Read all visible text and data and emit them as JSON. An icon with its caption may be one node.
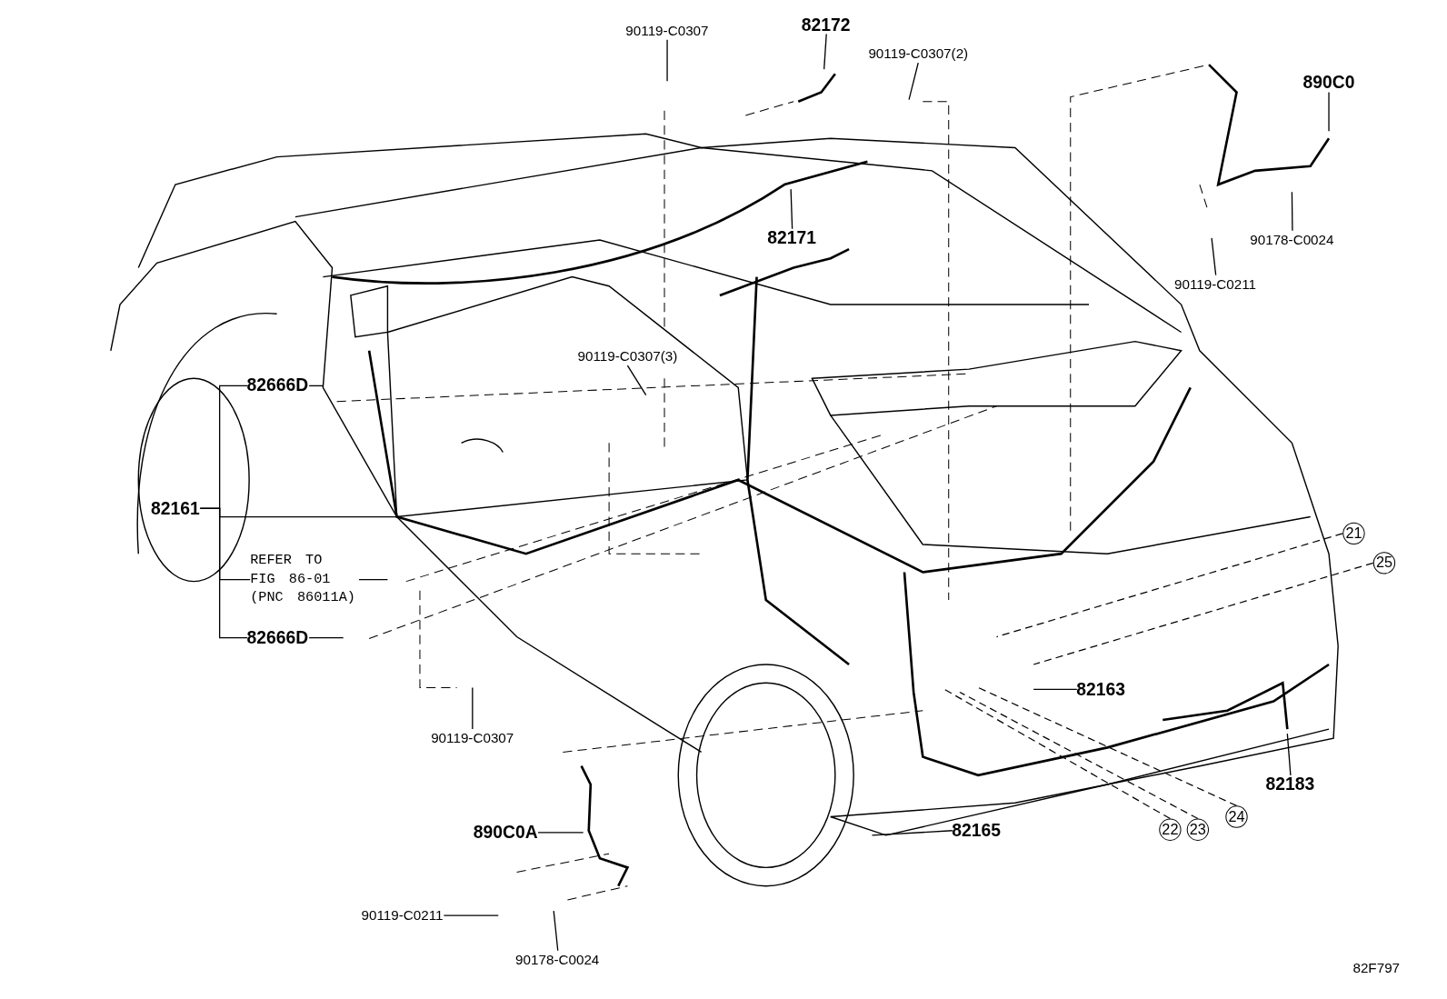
{
  "diagram": {
    "nodes": [
      {
        "text": [
          "90119-C0307"
        ]
      },
      {
        "text": [
          "82172"
        ]
      },
      {
        "text": [
          "90119-C0307(2)"
        ]
      },
      {
        "text": [
          "890C0"
        ]
      },
      {
        "text": [
          "90178-C0024"
        ]
      },
      {
        "text": [
          "90119-C0211"
        ]
      },
      {
        "text": [
          "82171"
        ]
      },
      {
        "text": [
          "90119-C0307(3)"
        ]
      },
      {
        "text": [
          "82666D"
        ]
      },
      {
        "text": [
          "82161"
        ]
      },
      {
        "text": [
          "REFER TO FIG 86-01 (PNC 86011A)"
        ]
      },
      {
        "text": [
          "82666D"
        ]
      },
      {
        "text": [
          "90119-C0307"
        ]
      },
      {
        "text": [
          "82163"
        ]
      },
      {
        "text": [
          "890C0A"
        ]
      },
      {
        "text": [
          "90119-C0211"
        ]
      },
      {
        "text": [
          "90178-C0024"
        ]
      },
      {
        "text": [
          "82165"
        ]
      },
      {
        "text": [
          "82183"
        ]
      },
      {
        "text": [
          "21"
        ]
      },
      {
        "text": [
          "25"
        ]
      },
      {
        "text": [
          "22"
        ]
      },
      {
        "text": [
          "23"
        ]
      },
      {
        "text": [
          "24"
        ]
      }
    ],
    "edges": [
      {
        "from": 0,
        "to": null,
        "arrow": "none"
      },
      {
        "from": 1,
        "to": null,
        "arrow": "none"
      },
      {
        "from": 2,
        "to": null,
        "arrow": "none"
      },
      {
        "from": 3,
        "to": null,
        "arrow": "none"
      },
      {
        "from": 4,
        "to": null,
        "arrow": "none"
      },
      {
        "from": 5,
        "to": null,
        "arrow": "none"
      },
      {
        "from": 6,
        "to": null,
        "arrow": "none"
      },
      {
        "from": 7,
        "to": null,
        "arrow": "none"
      },
      {
        "from": 8,
        "to": null,
        "arrow": "none"
      },
      {
        "from": 9,
        "to": null,
        "arrow": "none"
      },
      {
        "from": 10,
        "to": null,
        "arrow": "none"
      },
      {
        "from": 11,
        "to": null,
        "arrow": "none"
      },
      {
        "from": 12,
        "to": null,
        "arrow": "none"
      },
      {
        "from": 13,
        "to": null,
        "arrow": "none"
      },
      {
        "from": 14,
        "to": null,
        "arrow": "none"
      },
      {
        "from": 15,
        "to": null,
        "arrow": "none"
      },
      {
        "from": 16,
        "to": null,
        "arrow": "none"
      },
      {
        "from": 17,
        "to": null,
        "arrow": "none"
      },
      {
        "from": 18,
        "to": null,
        "arrow": "none"
      },
      {
        "from": 19,
        "to": null,
        "arrow": "none",
        "style": "dashed"
      },
      {
        "from": 20,
        "to": null,
        "arrow": "none",
        "style": "dashed"
      },
      {
        "from": 21,
        "to": null,
        "arrow": "none",
        "style": "dashed"
      },
      {
        "from": 22,
        "to": null,
        "arrow": "none",
        "style": "dashed"
      },
      {
        "from": 23,
        "to": null,
        "arrow": "none",
        "style": "dashed"
      },
      {
        "from": 9,
        "to": 8,
        "arrow": "none"
      },
      {
        "from": 9,
        "to": 10,
        "arrow": "none"
      },
      {
        "from": 9,
        "to": 11,
        "arrow": "none"
      }
    ],
    "labels": [
      "82F797"
    ]
  }
}
